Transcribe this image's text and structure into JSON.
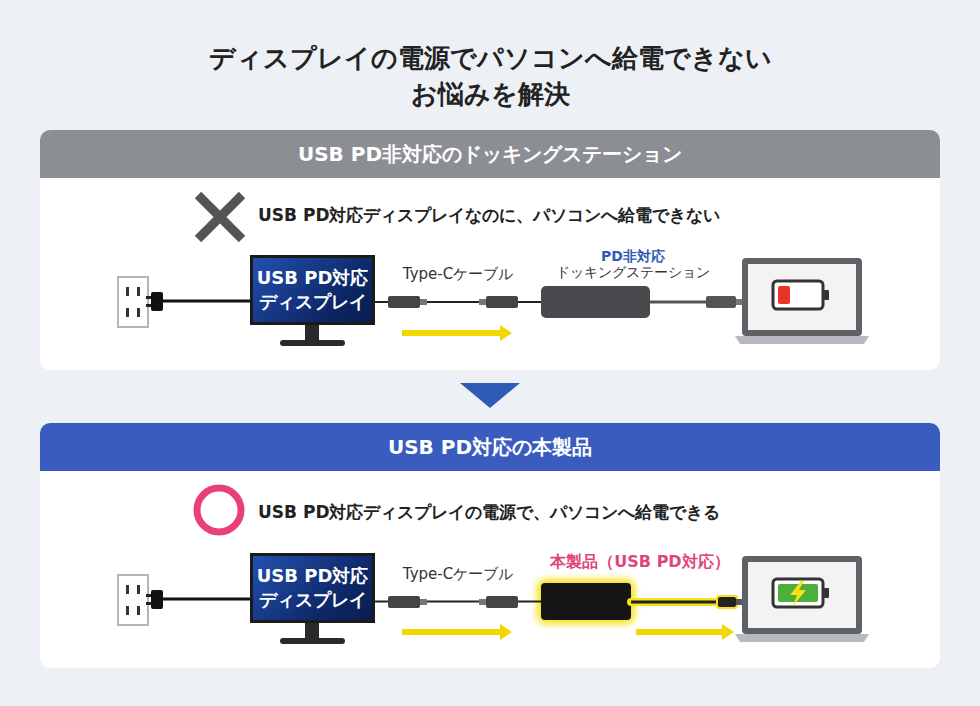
{
  "diagram": {
    "title": "ディスプレイの電源でパソコンへ給電できない お悩みを解決",
    "nodes": [
      {
        "text": [
          "USB PD非対応のドッキングステーション",
          "USB PD対応ディスプレイなのに、パソコンへ給電できない"
        ]
      },
      {
        "text": [
          "USB PD対応 ディスプレイ"
        ],
        "in": 0
      },
      {
        "text": [
          "PD非対応 ドッキングステーション"
        ],
        "in": 0
      },
      {
        "text": [
          "USB PD対応の本製品",
          "USB PD対応ディスプレイの電源で、パソコンへ給電できる"
        ]
      },
      {
        "text": [
          "USB PD対応 ディスプレイ"
        ],
        "in": 3
      },
      {
        "text": [
          "本製品（USB PD対応）"
        ],
        "in": 3
      }
    ],
    "edges": [
      {
        "from": 1,
        "to": 2,
        "label": "Type-Cケーブル",
        "arrow": "none"
      },
      {
        "from": 4,
        "to": 5,
        "label": "Type-Cケーブル",
        "arrow": "none"
      }
    ]
  }
}
